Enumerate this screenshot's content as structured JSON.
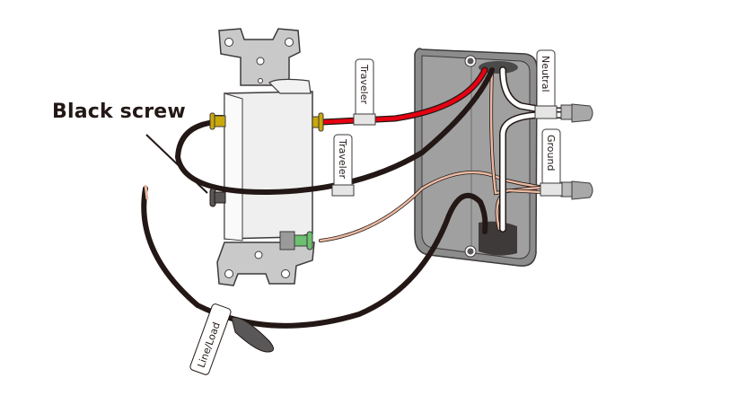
{
  "diagram": {
    "callout": "Black screw",
    "labels": {
      "traveler_red": "Traveler",
      "traveler_black": "Traveler",
      "neutral": "Neutral",
      "ground": "Ground",
      "line_load": "Line/Load"
    },
    "colors": {
      "red_wire": "#e60012",
      "black_wire": "#231815",
      "white_wire": "#ffffff",
      "ground_wire": "#e8b8a0",
      "brass_screw": "#c9a80a",
      "black_screw": "#595757",
      "green_screw": "#6cc070",
      "switch_body": "#e8e8e8",
      "box": "#9a9a9a"
    }
  }
}
